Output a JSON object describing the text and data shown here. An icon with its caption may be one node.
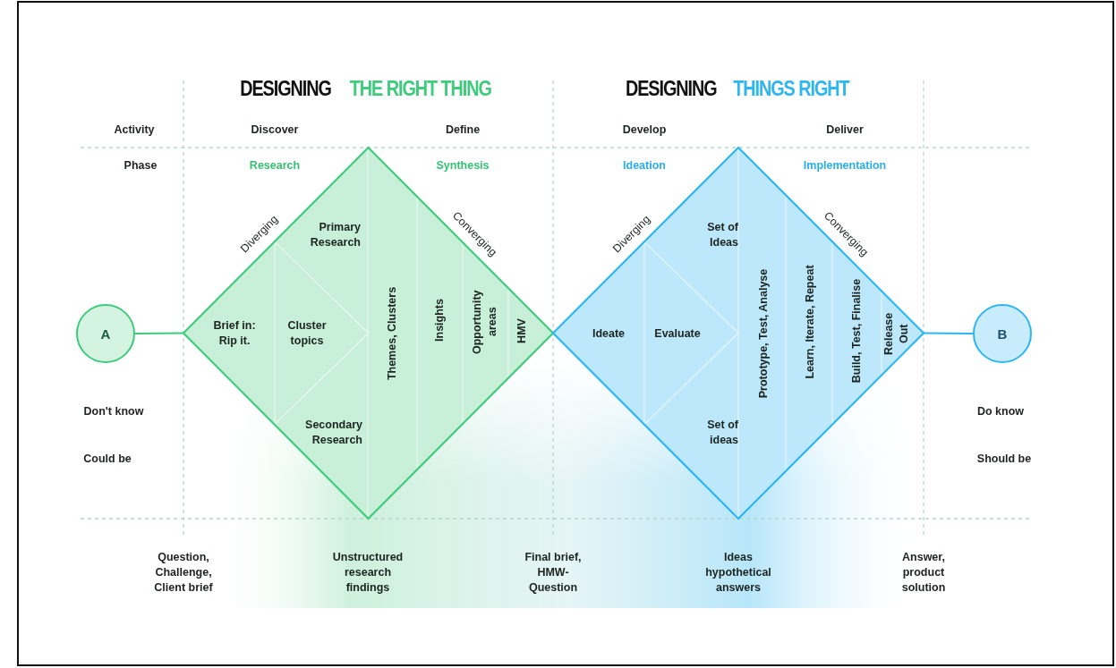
{
  "diagram": {
    "nodes": [
      {
        "text": [
          "A"
        ]
      },
      {
        "text": [
          "Diverging",
          "Primary Research",
          "Brief in: Rip it.",
          "Cluster topics",
          "Secondary Research",
          "Themes, Clusters",
          "Insights",
          "Opportunity areas",
          "HMV",
          "Converging"
        ]
      },
      {
        "text": [
          "Diverging",
          "Set of Ideas",
          "Ideate",
          "Evaluate",
          "Set of ideas",
          "Prototype, Test, Analyse",
          "Learn, Iterate, Repeat",
          "Build, Test, Finalise",
          "Release Out",
          "Converging"
        ]
      },
      {
        "text": [
          "B"
        ]
      }
    ],
    "edges": [
      {
        "from": 0,
        "to": 1,
        "arrow": "none",
        "color": "#3fcb7c"
      },
      {
        "from": 2,
        "to": 3,
        "arrow": "none",
        "color": "#2db6f2"
      }
    ],
    "labels": [
      "DESIGNING",
      "THE RIGHT THING",
      "DESIGNING",
      "THINGS RIGHT",
      "Activity",
      "Discover",
      "Define",
      "Develop",
      "Deliver",
      "Phase",
      "Research",
      "Synthesis",
      "Ideation",
      "Implementation",
      "Don't know",
      "Could be",
      "Do know",
      "Should be",
      "Question, Challenge, Client brief",
      "Unstructured research findings",
      "Final brief, HMW-Question",
      "Ideas hypothetical answers",
      "Answer, product solution"
    ]
  }
}
